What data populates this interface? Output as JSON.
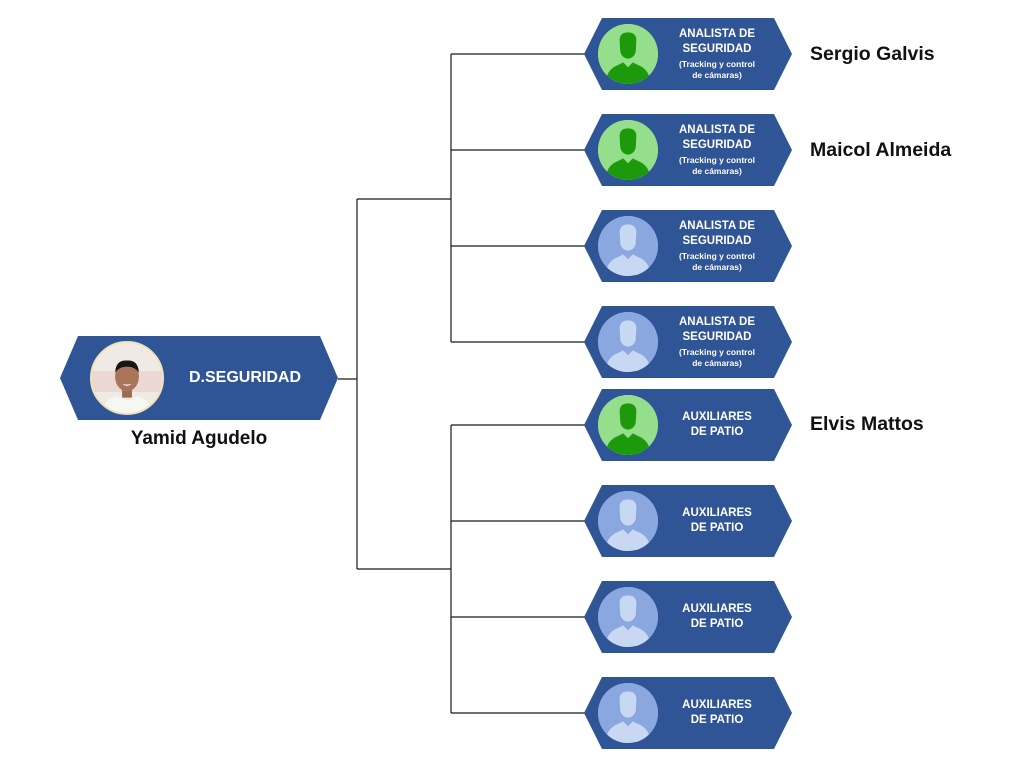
{
  "colors": {
    "node_fill": "#2f5597",
    "node_text": "#ffffff",
    "avatar_vacant_bg": "#8aa8df",
    "avatar_vacant_person": "#c9d8f2",
    "avatar_filled_bg": "#94de8c",
    "avatar_filled_person": "#1c9a0c",
    "connector": "#1a1a1a",
    "name_text": "#111111"
  },
  "root": {
    "title": "D.SEGURIDAD",
    "name": "Yamid Agudelo",
    "photo_icon": "person-photo"
  },
  "children": [
    {
      "title_line1": "ANALISTA DE",
      "title_line2": "SEGURIDAD",
      "sub_line1": "(Tracking y control",
      "sub_line2": "de cámaras)",
      "filled": true,
      "name": "Sergio Galvis"
    },
    {
      "title_line1": "ANALISTA DE",
      "title_line2": "SEGURIDAD",
      "sub_line1": "(Tracking y control",
      "sub_line2": "de cámaras)",
      "filled": true,
      "name": "Maicol Almeida"
    },
    {
      "title_line1": "ANALISTA DE",
      "title_line2": "SEGURIDAD",
      "sub_line1": "(Tracking y control",
      "sub_line2": "de cámaras)",
      "filled": false,
      "name": ""
    },
    {
      "title_line1": "ANALISTA DE",
      "title_line2": "SEGURIDAD",
      "sub_line1": "(Tracking y control",
      "sub_line2": "de cámaras)",
      "filled": false,
      "name": ""
    },
    {
      "title_line1": "AUXILIARES",
      "title_line2": "DE PATIO",
      "sub_line1": "",
      "sub_line2": "",
      "filled": true,
      "name": "Elvis Mattos"
    },
    {
      "title_line1": "AUXILIARES",
      "title_line2": "DE PATIO",
      "sub_line1": "",
      "sub_line2": "",
      "filled": false,
      "name": ""
    },
    {
      "title_line1": "AUXILIARES",
      "title_line2": "DE PATIO",
      "sub_line1": "",
      "sub_line2": "",
      "filled": false,
      "name": ""
    },
    {
      "title_line1": "AUXILIARES",
      "title_line2": "DE PATIO",
      "sub_line1": "",
      "sub_line2": "",
      "filled": false,
      "name": ""
    }
  ]
}
